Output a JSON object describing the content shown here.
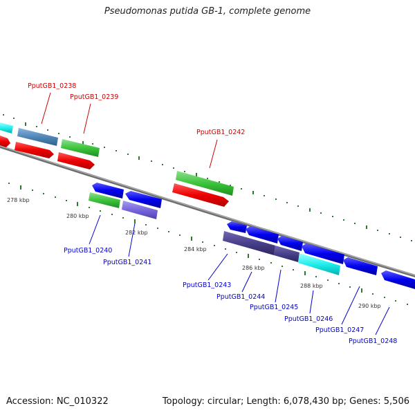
{
  "title": "Pseudomonas putida GB-1, complete genome",
  "accession": "Accession: NC_010322",
  "topology": "Topology: circular; Length: 6,078,430 bp; Genes: 5,506",
  "colors": {
    "backbone": "#8a8a8a",
    "forward_label": "#cc0000",
    "reverse_label": "#0000cc",
    "tick": "#2a7a2a",
    "scale_text": "#333333"
  },
  "scale_labels": [
    "278 kbp",
    "280 kbp",
    "282 kbp",
    "284 kbp",
    "286 kbp",
    "288 kbp",
    "290 kbp"
  ],
  "genes": {
    "forward": [
      {
        "id": "PputGB1_0238",
        "color": "steelblue"
      },
      {
        "id": "PputGB1_0239",
        "color": "green"
      },
      {
        "id": "PputGB1_0242",
        "color": "green"
      }
    ],
    "reverse": [
      {
        "id": "PputGB1_0240",
        "color": "green"
      },
      {
        "id": "PputGB1_0241",
        "color": "slateblue"
      },
      {
        "id": "PputGB1_0243",
        "color": "darkslateblue"
      },
      {
        "id": "PputGB1_0244",
        "color": "darkslateblue"
      },
      {
        "id": "PputGB1_0245",
        "color": "cyan"
      },
      {
        "id": "PputGB1_0246",
        "color": "blue"
      },
      {
        "id": "PputGB1_0247",
        "color": "blue"
      },
      {
        "id": "PputGB1_0248",
        "color": "blue"
      }
    ]
  }
}
